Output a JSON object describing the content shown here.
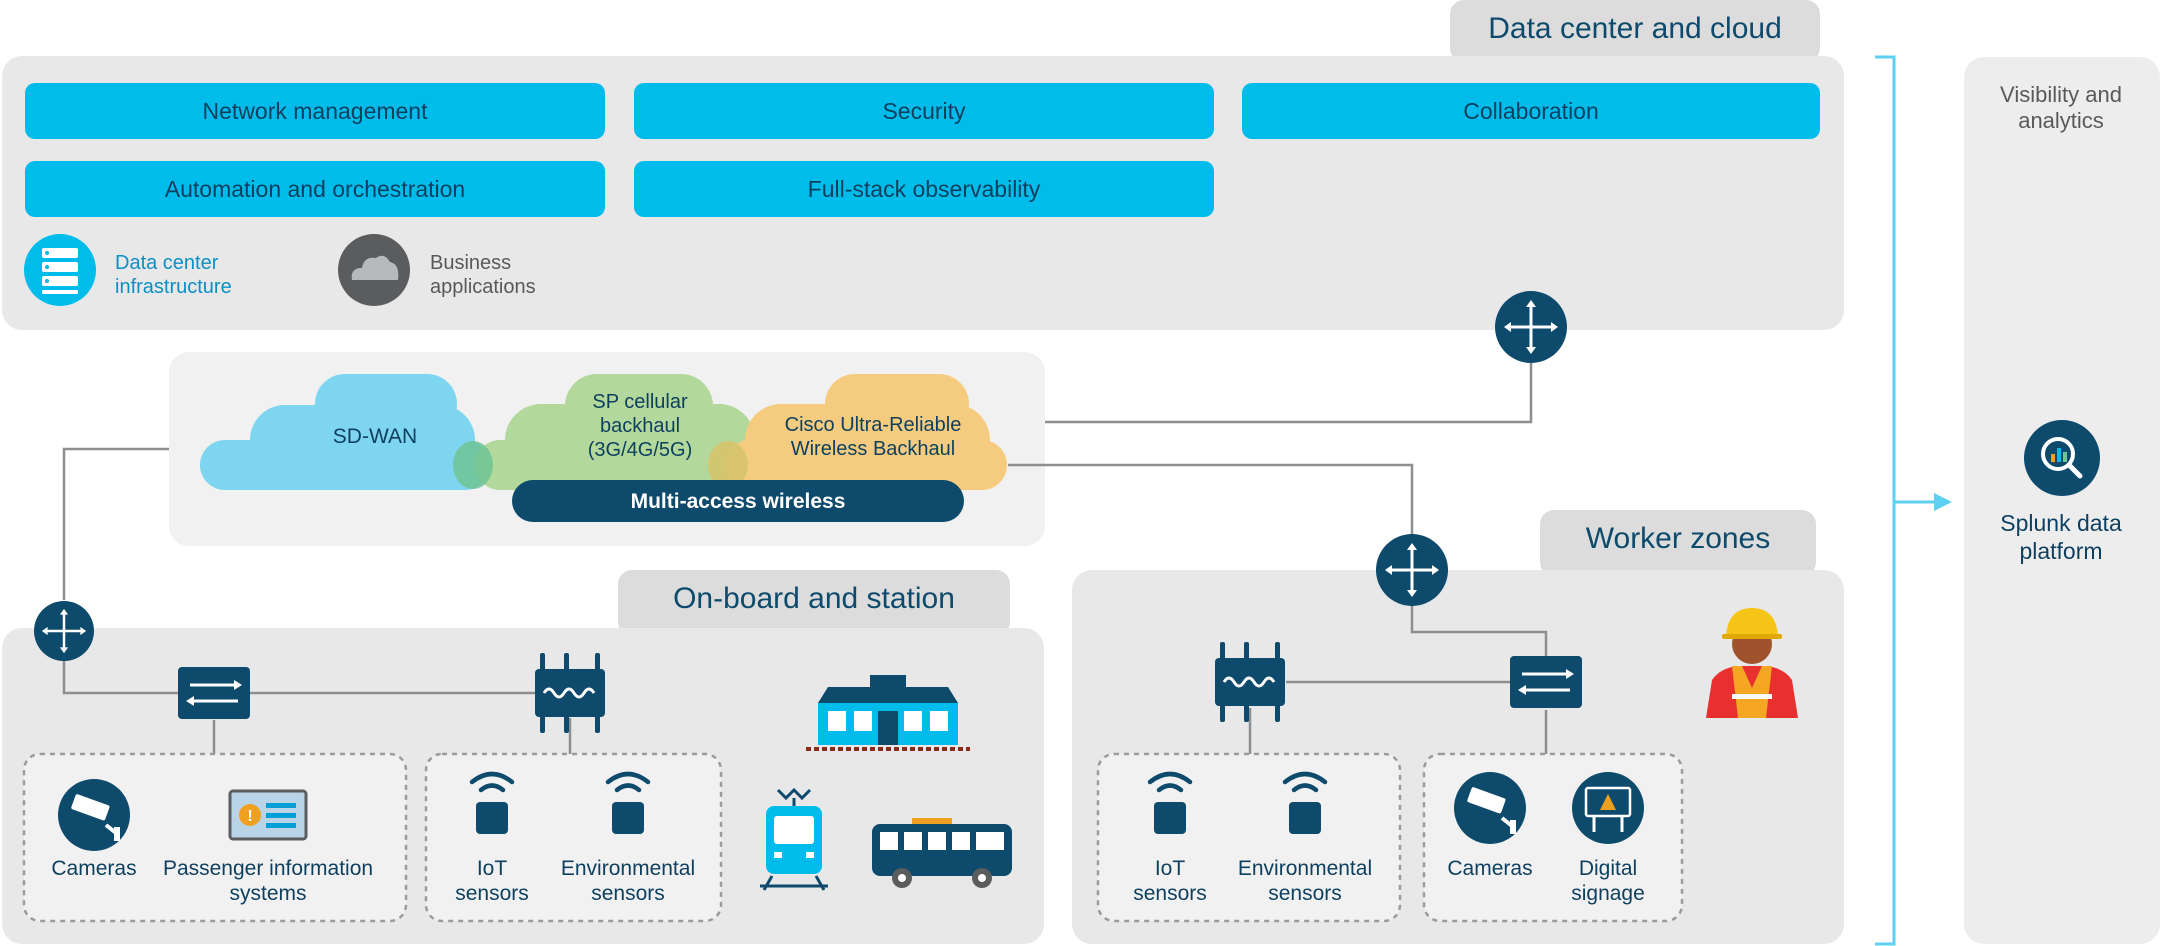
{
  "data_center": {
    "tab": "Data center and cloud",
    "pills": [
      "Network management",
      "Security",
      "Collaboration",
      "Automation and orchestration",
      "Full-stack observability"
    ],
    "dc_infra_label": "Data center infrastructure",
    "business_apps_label": "Business applications"
  },
  "wan": {
    "sdwan": "SD-WAN",
    "cellular": "SP cellular backhaul (3G/4G/5G)",
    "urwb": "Cisco Ultra-Reliable Wireless Backhaul",
    "multi_access": "Multi-access wireless"
  },
  "onboard": {
    "tab": "On-board and station",
    "cameras": "Cameras",
    "passenger_info": "Passenger information systems",
    "iot": "IoT sensors",
    "env": "Environmental sensors"
  },
  "worker": {
    "tab": "Worker zones",
    "iot": "IoT sensors",
    "env": "Environmental sensors",
    "cameras": "Cameras",
    "signage": "Digital signage"
  },
  "visibility": {
    "title": "Visibility and analytics",
    "splunk": "Splunk data platform"
  },
  "colors": {
    "panel": "#e8e8e9",
    "pill": "#00bceb",
    "navy": "#0d4a6b",
    "line": "#8d8e90",
    "bracket": "#5fd0f0",
    "sdwan_cloud": "#7dd5f0",
    "cellular_cloud": "#b3d89c",
    "urwb_cloud": "#f5cc7f"
  }
}
